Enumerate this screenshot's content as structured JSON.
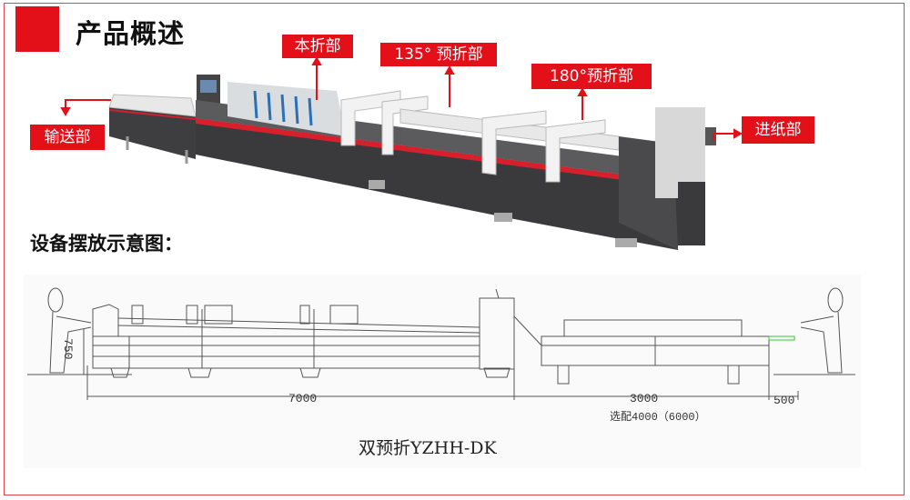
{
  "header": {
    "title": "产品概述"
  },
  "labels": {
    "main_fold": "本折部",
    "prefold_135": "135° 预折部",
    "prefold_180": "180°预折部",
    "conveyor": "输送部",
    "feeder": "进纸部"
  },
  "layout_section": {
    "title": "设备摆放示意图："
  },
  "diagram": {
    "height_dim": "750",
    "dim_main": "7000",
    "dim_feeder": "3000",
    "dim_end": "500",
    "dim_option": "选配4000（6000）",
    "model": "双预折YZHH-DK"
  },
  "colors": {
    "accent": "#e3101a",
    "machine_body": "#3a3a3c"
  }
}
